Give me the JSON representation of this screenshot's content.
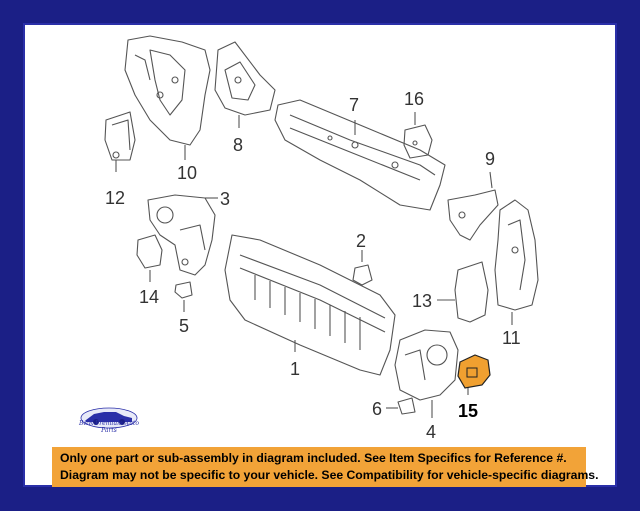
{
  "callouts": [
    "1",
    "2",
    "3",
    "4",
    "5",
    "6",
    "7",
    "8",
    "9",
    "10",
    "11",
    "12",
    "13",
    "14",
    "15",
    "16"
  ],
  "highlighted_callout": "15",
  "brand": {
    "name": "B&R Premium Auto Parts",
    "logo_icon": "car-silhouette-icon",
    "color": "#2a2fa8"
  },
  "notice": {
    "line1": "Only one part or sub-assembly in diagram included. See Item Specifics for Reference #.",
    "line2": "Diagram may not be specific to your vehicle. See Compatibility for vehicle-specific diagrams.",
    "background": "#f2a338"
  },
  "colors": {
    "border": "#1b1f86",
    "highlight_part": "#f0a030"
  }
}
